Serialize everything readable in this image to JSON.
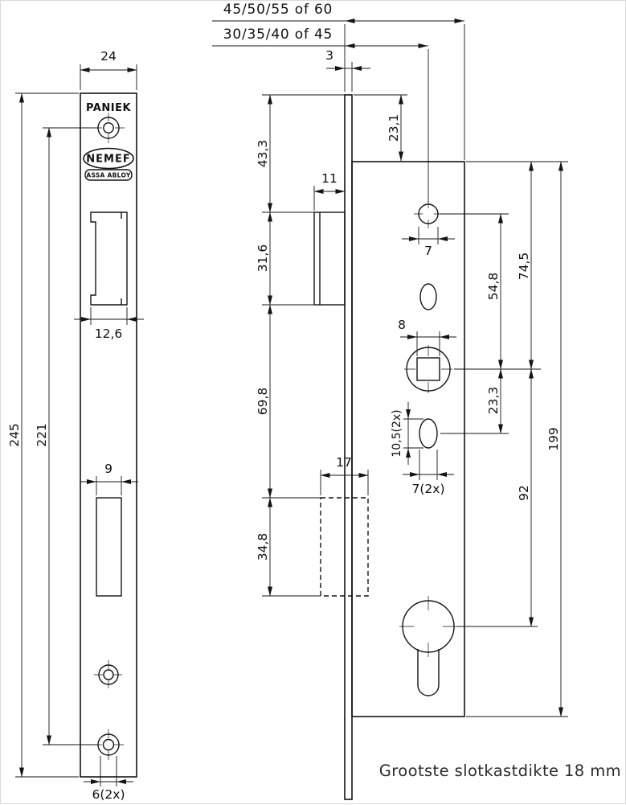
{
  "colors": {
    "line": "#141414",
    "background": "#ffffff"
  },
  "left": {
    "brand": {
      "paniek": "PANIEK",
      "nemef": "NEMEF",
      "assa": "ASSA ABLOY"
    },
    "dims": {
      "plate_width": "24",
      "plate_height": "245",
      "screw_distance": "221",
      "latch_cutout_width": "12,6",
      "lower_cutout_width": "9",
      "screw_hole_dia": "6(2x)"
    }
  },
  "right": {
    "dims": {
      "depth_options": "45/50/55 of 60",
      "backset_options": "30/35/40 of 45",
      "plate_thickness": "3",
      "case_top_offset": "23,1",
      "top_to_latch": "43,3",
      "latch_height": "31,6",
      "latch_width": "11",
      "latch_to_aux": "69,8",
      "aux_height": "34,8",
      "aux_width": "17",
      "top_hole_dia": "7",
      "follower_square": "8",
      "hole_to_spindle": "54,8",
      "top_to_spindle": "74,5",
      "spindle_to_slot": "23,3",
      "slot_height": "10,5(2x)",
      "slot_width": "7(2x)",
      "spindle_to_cylinder": "92",
      "case_height": "199"
    }
  },
  "footer": {
    "note": "Grootste slotkastdikte 18 mm"
  }
}
